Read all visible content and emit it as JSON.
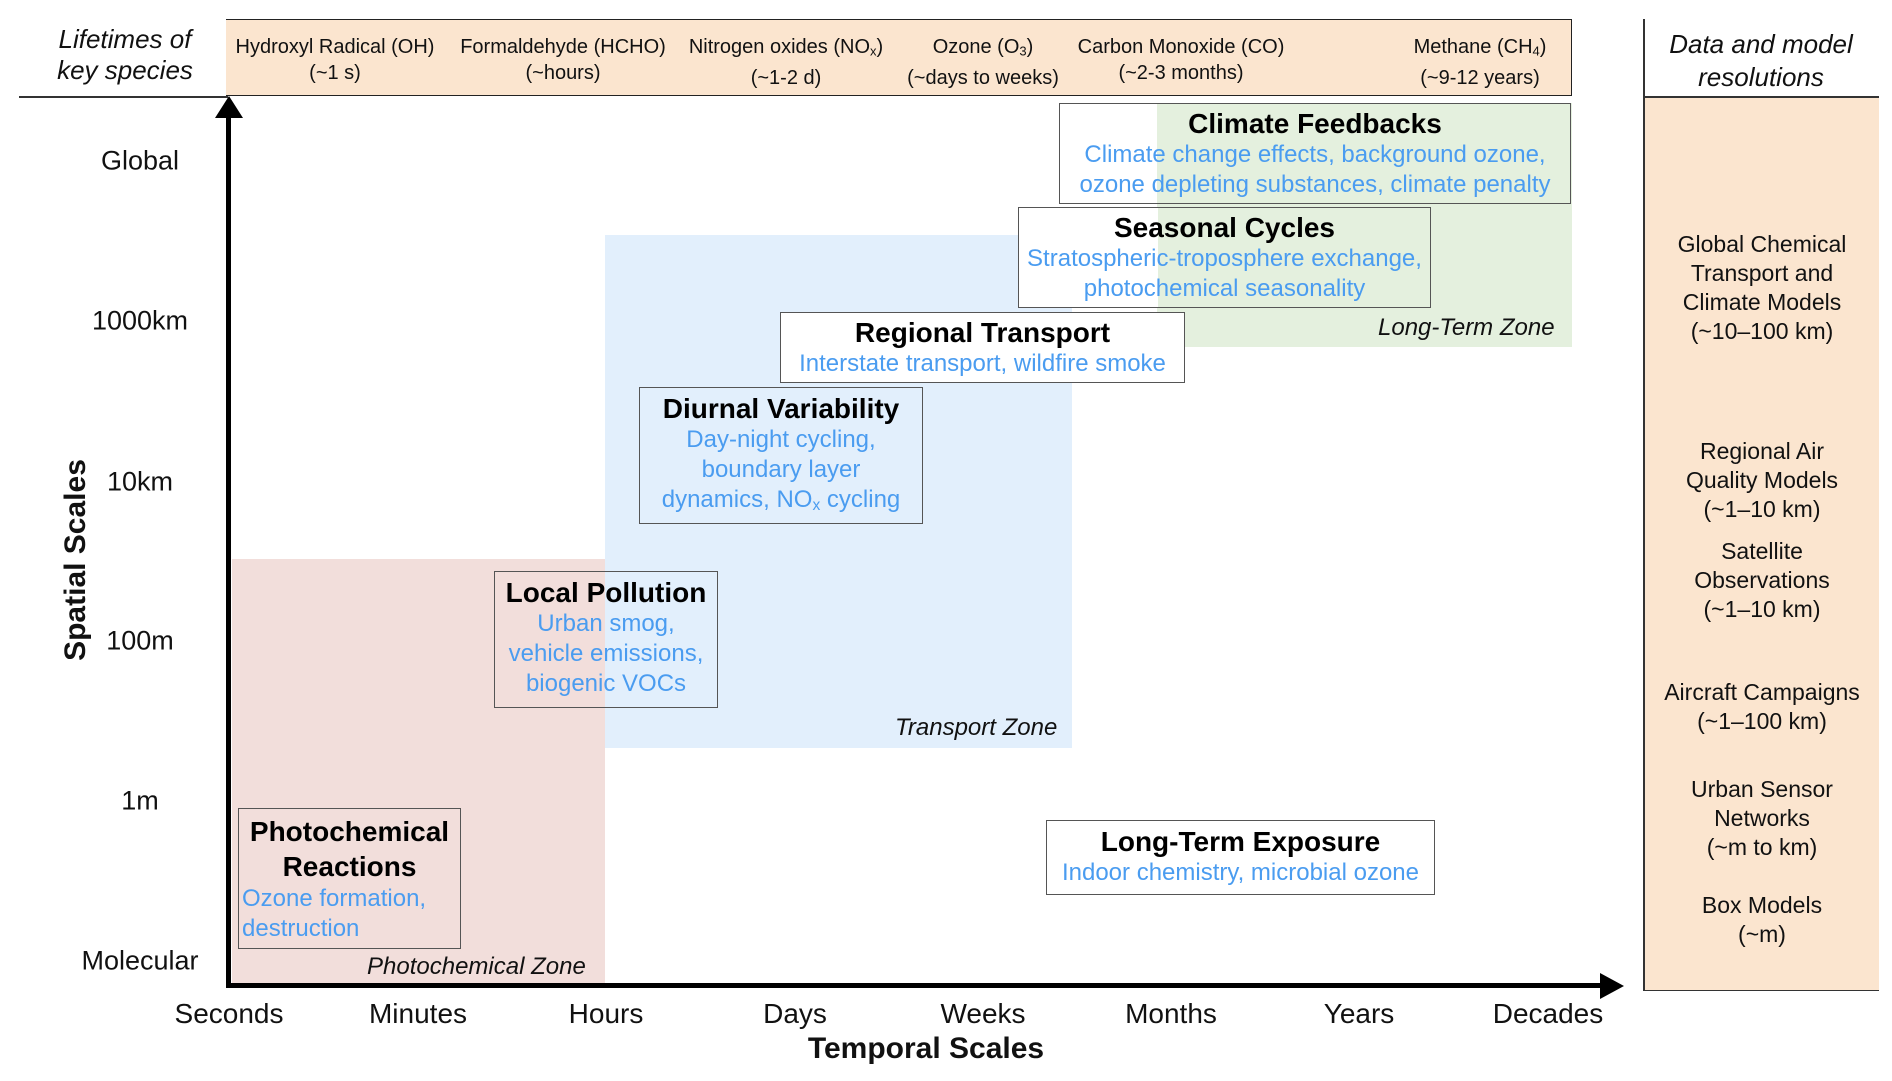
{
  "header": {
    "left_title_line1": "Lifetimes of",
    "left_title_line2": "key species",
    "species": [
      {
        "name": "Hydroxyl Radical (OH)",
        "lifetime": "(~1 s)"
      },
      {
        "name": "Formaldehyde (HCHO)",
        "lifetime": "(~hours)"
      },
      {
        "name_main": "Nitrogen oxides (NO",
        "name_sub": "x",
        "name_end": ")",
        "lifetime": "(~1-2 d)"
      },
      {
        "name_main": "Ozone (O",
        "name_sub": "3",
        "name_end": ")",
        "lifetime": "(~days to weeks)"
      },
      {
        "name": "Carbon Monoxide (CO)",
        "lifetime": "(~2-3 months)"
      },
      {
        "name_main": "Methane (CH",
        "name_sub": "4",
        "name_end": ")",
        "lifetime": "(~9-12 years)"
      }
    ]
  },
  "right_panel": {
    "title_line1": "Data and model",
    "title_line2": "resolutions",
    "items": [
      {
        "lines": [
          "Global Chemical",
          "Transport and",
          "Climate Models",
          "(~10–100 km)"
        ]
      },
      {
        "lines": [
          "Regional Air",
          "Quality Models",
          "(~1–10 km)"
        ]
      },
      {
        "lines": [
          "Satellite",
          "Observations",
          "(~1–10 km)"
        ]
      },
      {
        "lines": [
          "Aircraft Campaigns",
          "(~1–100 km)"
        ]
      },
      {
        "lines": [
          "Urban Sensor",
          "Networks",
          "(~m to km)"
        ]
      },
      {
        "lines": [
          "Box Models",
          "(~m)"
        ]
      }
    ]
  },
  "axes": {
    "x_label": "Temporal Scales",
    "y_label": "Spatial Scales",
    "x_ticks": [
      "Seconds",
      "Minutes",
      "Hours",
      "Days",
      "Weeks",
      "Months",
      "Years",
      "Decades"
    ],
    "y_ticks": [
      "Global",
      "1000km",
      "10km",
      "100m",
      "1m",
      "Molecular"
    ]
  },
  "zones": [
    {
      "label": "Photochemical Zone",
      "color": "#f2dedb"
    },
    {
      "label": "Transport Zone",
      "color": "#e2effc"
    },
    {
      "label": "Long-Term Zone",
      "color": "#e4f0de"
    }
  ],
  "boxes": {
    "climate_feedbacks": {
      "title": "Climate Feedbacks",
      "desc_line1": "Climate change effects, background ozone,",
      "desc_line2": "ozone depleting substances, climate penalty"
    },
    "seasonal_cycles": {
      "title": "Seasonal Cycles",
      "desc_line1": "Stratospheric-troposphere exchange,",
      "desc_line2": "photochemical seasonality"
    },
    "regional_transport": {
      "title": "Regional Transport",
      "desc_line1": "Interstate transport, wildfire smoke"
    },
    "diurnal_variability": {
      "title": "Diurnal Variability",
      "desc_line1": "Day-night cycling,",
      "desc_line2": "boundary layer",
      "desc_line3_main": "dynamics, NO",
      "desc_line3_sub": "x",
      "desc_line3_end": " cycling"
    },
    "local_pollution": {
      "title": "Local Pollution",
      "desc_line1": "Urban smog,",
      "desc_line2": "vehicle emissions,",
      "desc_line3": "biogenic VOCs"
    },
    "photochemical_reactions": {
      "title_line1": "Photochemical",
      "title_line2": "Reactions",
      "desc_line1": "Ozone formation,",
      "desc_line2": "destruction"
    },
    "long_term_exposure": {
      "title": "Long-Term Exposure",
      "desc_line1": "Indoor chemistry, microbial ozone"
    }
  },
  "colors": {
    "header_band": "#fbe5cf",
    "description_text": "#4a9cf0"
  }
}
